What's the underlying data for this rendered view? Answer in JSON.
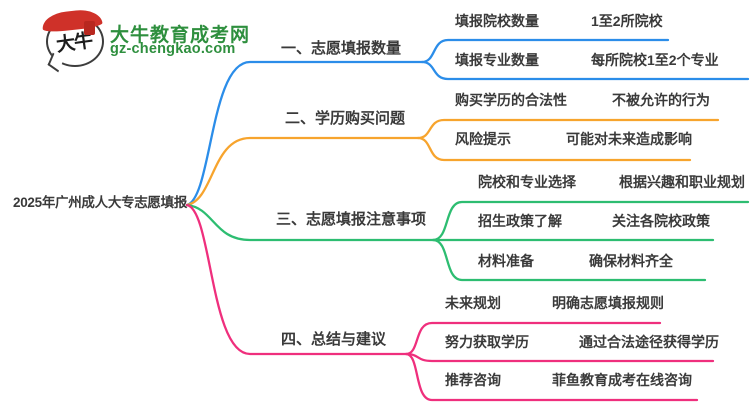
{
  "logo": {
    "badge_text": "大牛",
    "site_name": "大牛教育成考网",
    "site_domain": "gz-chengkao.com",
    "brand_green": "#2e8f3e",
    "brand_red": "#cf3129"
  },
  "root_label": "2025年广州成人大专志愿填报",
  "branches": [
    {
      "label": "一、志愿填报数量",
      "color": "#2b8de9",
      "children": [
        {
          "label": "填报院校数量",
          "value": "1至2所院校"
        },
        {
          "label": "填报专业数量",
          "value": "每所院校1至2个专业"
        }
      ]
    },
    {
      "label": "二、学历购买问题",
      "color": "#f7a42d",
      "children": [
        {
          "label": "购买学历的合法性",
          "value": "不被允许的行为"
        },
        {
          "label": "风险提示",
          "value": "可能对未来造成影响"
        }
      ]
    },
    {
      "label": "三、志愿填报注意事项",
      "color": "#2dbd71",
      "children": [
        {
          "label": "院校和专业选择",
          "value": "根据兴趣和职业规划"
        },
        {
          "label": "招生政策了解",
          "value": "关注各院校政策"
        },
        {
          "label": "材料准备",
          "value": "确保材料齐全"
        }
      ]
    },
    {
      "label": "四、总结与建议",
      "color": "#ef2f7d",
      "children": [
        {
          "label": "未来规划",
          "value": "明确志愿填报规则"
        },
        {
          "label": "努力获取学历",
          "value": "通过合法途径获得学历"
        },
        {
          "label": "推荐咨询",
          "value": "菲鱼教育成考在线咨询"
        }
      ]
    }
  ]
}
